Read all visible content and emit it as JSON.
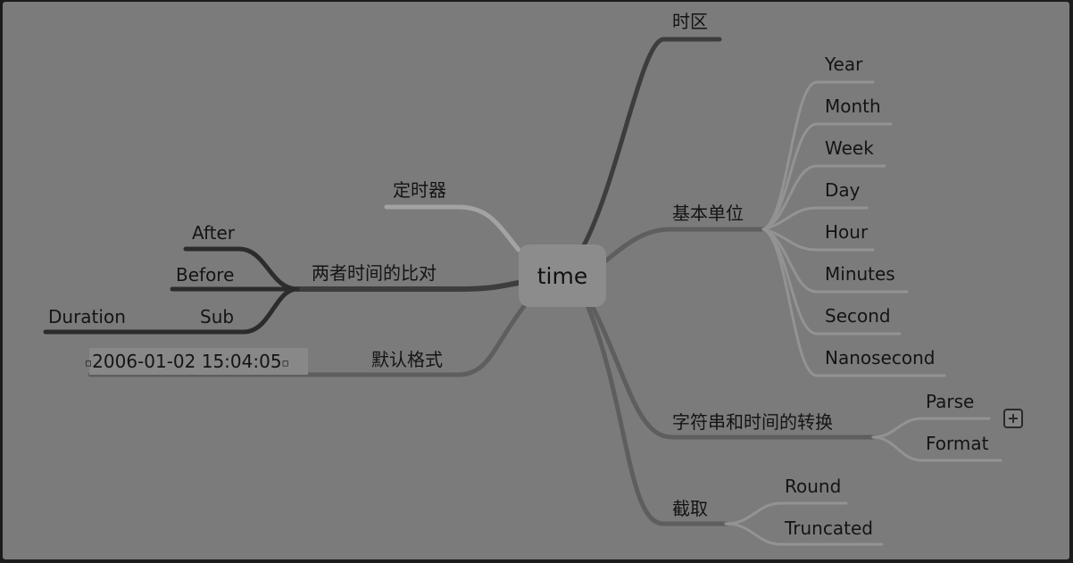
{
  "root": "time",
  "nodes": {
    "timezone": "时区",
    "basic_units": "基本单位",
    "units": [
      "Year",
      "Month",
      "Week",
      "Day",
      "Hour",
      "Minutes",
      "Second",
      "Nanosecond"
    ],
    "string_time_conversion": "字符串和时间的转换",
    "parse": "Parse",
    "format": "Format",
    "truncate": "截取",
    "round": "Round",
    "truncated": "Truncated",
    "timer": "定时器",
    "compare": "两者时间的比对",
    "after": "After",
    "before": "Before",
    "sub": "Sub",
    "duration": "Duration",
    "default_format": "默认格式",
    "default_format_value": "2006-01-02 15:04:05"
  },
  "colors": {
    "background": "#7b7b7b",
    "branch_dark": "#3d3d3d",
    "branch_mid": "#5e5e5e",
    "branch_light": "#939393",
    "timer_branch": "#a3a3a3"
  },
  "icons": [
    "expand-plus-icon"
  ]
}
